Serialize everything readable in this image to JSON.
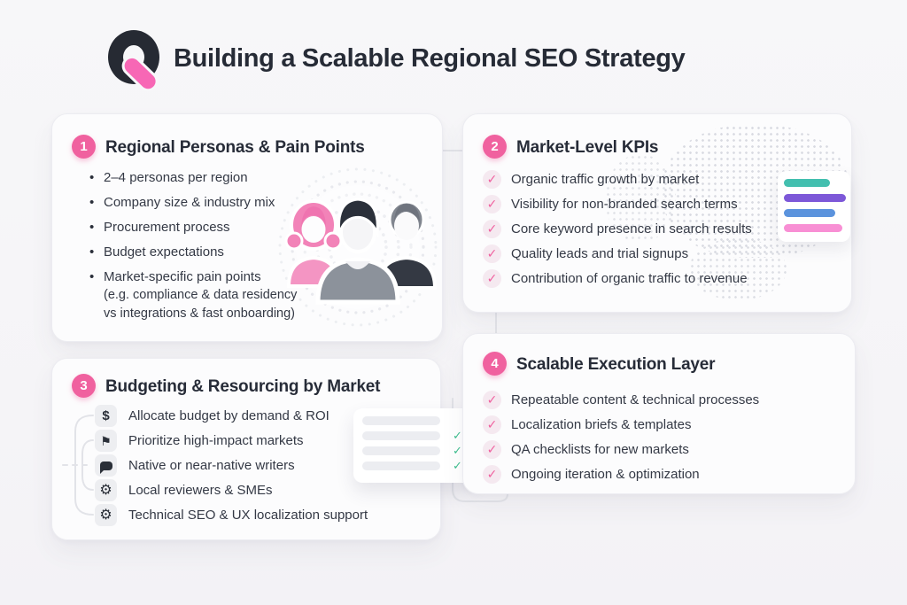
{
  "header": {
    "title": "Building a Scalable Regional SEO Strategy"
  },
  "icons": {
    "check": "✓",
    "green_check": "✓",
    "dollar": "$",
    "flag": "⚑",
    "gear": "⚙"
  },
  "colors": {
    "accent_pink": "#F0619F",
    "teal": "#43BFAF",
    "purple": "#7D58D8",
    "blue": "#5B93DD",
    "light_pink_bar": "#F88FD4",
    "green_check": "#3EBE8F",
    "dark_text": "#272C38",
    "page_bg": "#F6F6F8"
  },
  "cards": [
    {
      "number": "1",
      "title": "Regional Personas & Pain Points",
      "bullets": [
        "2–4 personas per region",
        "Company size & industry mix",
        "Procurement process",
        "Budget expectations",
        "Market-specific pain points"
      ],
      "bullets_sub": [
        "(e.g. compliance & data residency",
        "vs integrations & fast onboarding)"
      ]
    },
    {
      "number": "2",
      "title": "Market-Level KPIs",
      "items": [
        "Organic traffic growth by market",
        "Visibility for non-branded search terms",
        "Core keyword presence in search results",
        "Quality leads and trial signups",
        "Contribution of organic traffic to revenue"
      ]
    },
    {
      "number": "3",
      "title": "Budgeting & Resourcing by Market",
      "items": [
        {
          "icon": "dollar",
          "label": "Allocate budget by demand & ROI"
        },
        {
          "icon": "flag",
          "label": "Prioritize high-impact markets"
        },
        {
          "icon": "chat",
          "label": "Native or near-native writers"
        },
        {
          "icon": "gear",
          "label": "Local reviewers & SMEs"
        },
        {
          "icon": "gear",
          "label": "Technical SEO & UX localization support"
        }
      ]
    },
    {
      "number": "4",
      "title": "Scalable Execution Layer",
      "items": [
        "Repeatable content & technical processes",
        "Localization briefs & templates",
        "QA checklists for new markets",
        "Ongoing iteration & optimization"
      ]
    }
  ]
}
